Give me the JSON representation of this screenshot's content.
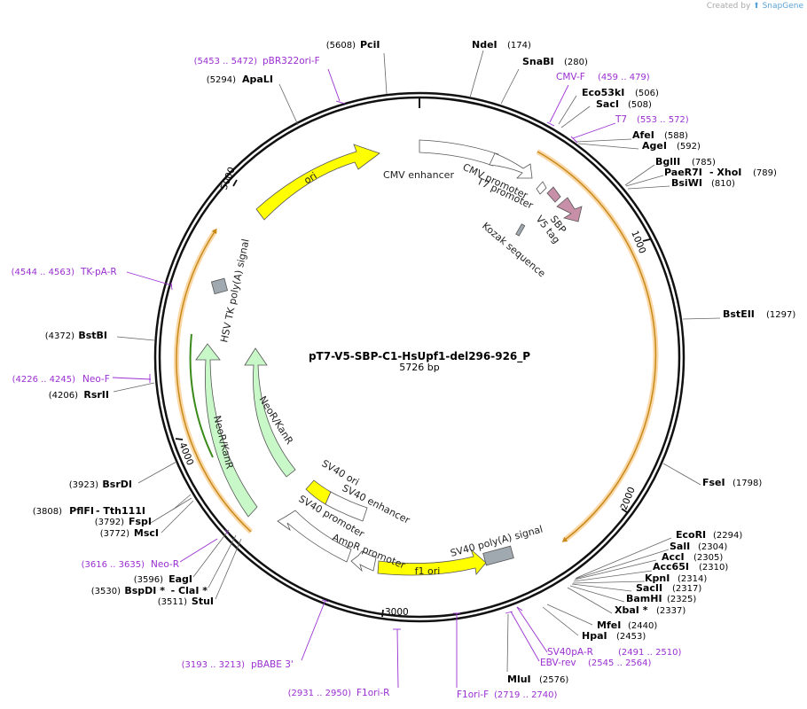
{
  "credit": {
    "created_by": "Created by",
    "brand": "SnapGene"
  },
  "plasmid": {
    "name": "pT7-V5-SBP-C1-HsUpf1-del296-926_P",
    "length_label": "5726 bp",
    "length": 5726
  },
  "ticks": [
    "1000",
    "2000",
    "3000",
    "4000",
    "5000"
  ],
  "sites": [
    {
      "name": "PciI",
      "pos": "(5608)"
    },
    {
      "name": "NdeI",
      "pos": "(174)"
    },
    {
      "name": "SnaBI",
      "pos": "(280)"
    },
    {
      "name": "ApaLI",
      "pos": "(5294)"
    },
    {
      "name": "Eco53kI",
      "pos": "(506)"
    },
    {
      "name": "SacI",
      "pos": "(508)"
    },
    {
      "name": "AfeI",
      "pos": "(588)"
    },
    {
      "name": "AgeI",
      "pos": "(592)"
    },
    {
      "name": "BglII",
      "pos": "(785)"
    },
    {
      "name": "PaeR7I",
      "pos": ""
    },
    {
      "name": "- XhoI",
      "pos": "(789)"
    },
    {
      "name": "BsiWI",
      "pos": "(810)"
    },
    {
      "name": "BstEII",
      "pos": "(1297)"
    },
    {
      "name": "FseI",
      "pos": "(1798)"
    },
    {
      "name": "EcoRI",
      "pos": "(2294)"
    },
    {
      "name": "SalI",
      "pos": "(2304)"
    },
    {
      "name": "AccI",
      "pos": "(2305)"
    },
    {
      "name": "Acc65I",
      "pos": "(2310)"
    },
    {
      "name": "KpnI",
      "pos": "(2314)"
    },
    {
      "name": "SacII",
      "pos": "(2317)"
    },
    {
      "name": "BamHI",
      "pos": "(2325)"
    },
    {
      "name": "XbaI *",
      "pos": "(2337)"
    },
    {
      "name": "MfeI",
      "pos": "(2440)"
    },
    {
      "name": "HpaI",
      "pos": "(2453)"
    },
    {
      "name": "MluI",
      "pos": "(2576)"
    },
    {
      "name": "BstBI",
      "pos": "(4372)"
    },
    {
      "name": "RsrII",
      "pos": "(4206)"
    },
    {
      "name": "BsrDI",
      "pos": "(3923)"
    },
    {
      "name": "PflFI",
      "pos": "(3808)"
    },
    {
      "name": "- Tth111I",
      "pos": ""
    },
    {
      "name": "FspI",
      "pos": "(3792)"
    },
    {
      "name": "MscI",
      "pos": "(3772)"
    },
    {
      "name": "EagI",
      "pos": "(3596)"
    },
    {
      "name": "BspDI *",
      "pos": "(3530)"
    },
    {
      "name": "- ClaI *",
      "pos": ""
    },
    {
      "name": "StuI",
      "pos": "(3511)"
    }
  ],
  "primers": [
    {
      "name": "pBR322ori-F",
      "pos": "(5453 .. 5472)"
    },
    {
      "name": "CMV-F",
      "pos": "(459 .. 479)"
    },
    {
      "name": "T7",
      "pos": "(553 .. 572)"
    },
    {
      "name": "TK-pA-R",
      "pos": "(4544 .. 4563)"
    },
    {
      "name": "Neo-F",
      "pos": "(4226 .. 4245)"
    },
    {
      "name": "Neo-R",
      "pos": "(3616 .. 3635)"
    },
    {
      "name": "SV40pA-R",
      "pos": "(2491 .. 2510)"
    },
    {
      "name": "EBV-rev",
      "pos": "(2545 .. 2564)"
    },
    {
      "name": "F1ori-F",
      "pos": "(2719 .. 2740)"
    },
    {
      "name": "F1ori-R",
      "pos": "(2931 .. 2950)"
    },
    {
      "name": "pBABE 3'",
      "pos": "(3193 .. 3213)"
    }
  ],
  "features": [
    {
      "name": "ori"
    },
    {
      "name": "CMV enhancer"
    },
    {
      "name": "CMV promoter"
    },
    {
      "name": "T7 promoter"
    },
    {
      "name": "SBP"
    },
    {
      "name": "V5 tag"
    },
    {
      "name": "Kozak sequence"
    },
    {
      "name": "HSV TK poly(A) signal"
    },
    {
      "name": "NeoR/KanR"
    },
    {
      "name": "NeoR/KanR"
    },
    {
      "name": "SV40 ori"
    },
    {
      "name": "SV40 enhancer"
    },
    {
      "name": "SV40 promoter"
    },
    {
      "name": "AmpR promoter"
    },
    {
      "name": "f1 ori"
    },
    {
      "name": "SV40 poly(A) signal"
    }
  ],
  "colors": {
    "ori": "#ffff00",
    "neo": "#c8f7c8",
    "sbp": "#c890a8",
    "orf": "#f5b860",
    "orf_line": "#c78a1a",
    "neo_orf_line": "#3a8a1a",
    "polya": "#a0a8b0",
    "primer": "#9a2fd1"
  }
}
